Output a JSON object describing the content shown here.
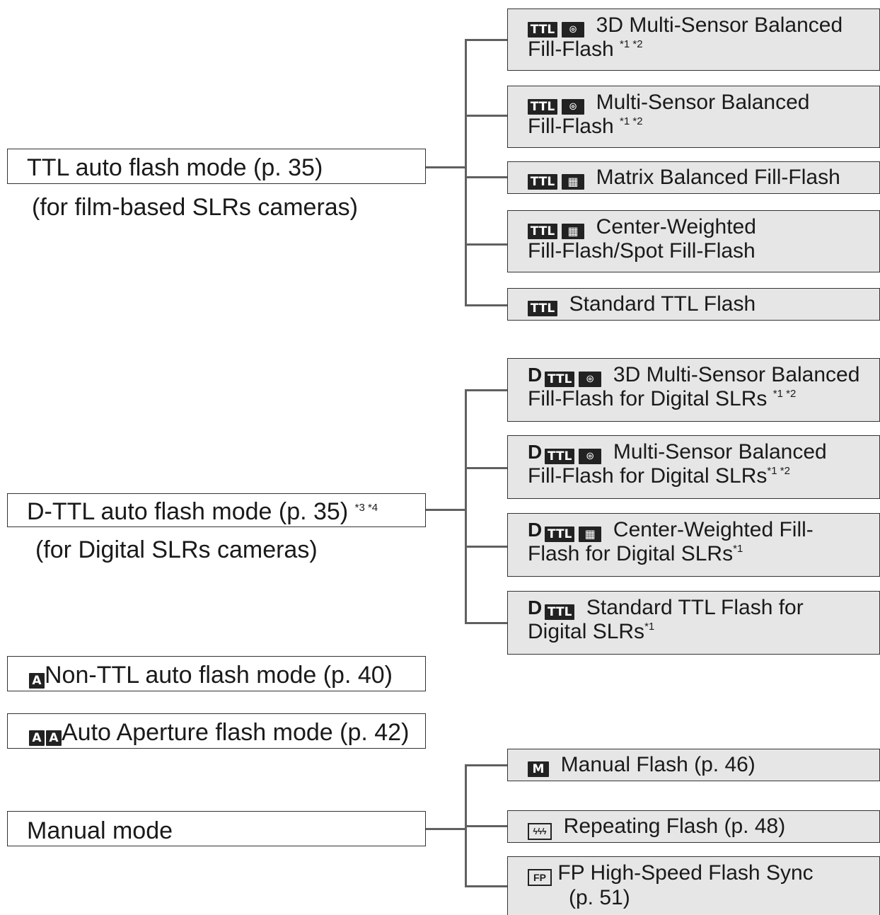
{
  "left": {
    "ttl": {
      "label": "TTL auto flash mode (p. 35)",
      "caption": "(for film-based SLRs cameras)"
    },
    "dttl": {
      "label": "D-TTL auto flash mode (p. 35)",
      "sup": "*3 *4",
      "caption": "(for Digital SLRs cameras)"
    },
    "nonttl": {
      "icon": "A",
      "label": "Non-TTL auto flash mode (p. 40)"
    },
    "autoap": {
      "icon1": "A",
      "icon2": "A",
      "label": "Auto Aperture flash mode (p. 42)"
    },
    "manual": {
      "label": "Manual mode"
    }
  },
  "ttl_modes": [
    {
      "icon": "TTL",
      "glyph": "⌾",
      "line1": "3D Multi-Sensor Balanced",
      "line2": "Fill-Flash",
      "sup": "*1 *2"
    },
    {
      "icon": "TTL",
      "glyph": "⌾",
      "line1": "Multi-Sensor Balanced",
      "line2": "Fill-Flash",
      "sup": "*1 *2"
    },
    {
      "icon": "TTL",
      "glyph": "▦",
      "line1": "Matrix Balanced Fill-Flash"
    },
    {
      "icon": "TTL",
      "glyph": "▦",
      "line1": "Center-Weighted",
      "line2": "Fill-Flash/Spot Fill-Flash"
    },
    {
      "icon": "TTL",
      "line1": "Standard TTL Flash"
    }
  ],
  "dttl_modes": [
    {
      "prefix": "D",
      "icon": "TTL",
      "glyph": "⌾",
      "line1": "3D Multi-Sensor Balanced",
      "line2": "Fill-Flash for Digital SLRs",
      "sup": "*1 *2"
    },
    {
      "prefix": "D",
      "icon": "TTL",
      "glyph": "⌾",
      "line1": "Multi-Sensor Balanced",
      "line2": "Fill-Flash for Digital SLRs",
      "sup": "*1 *2"
    },
    {
      "prefix": "D",
      "icon": "TTL",
      "glyph": "▦",
      "line1": "Center-Weighted Fill-",
      "line2": "Flash for Digital SLRs",
      "sup": "*1"
    },
    {
      "prefix": "D",
      "icon": "TTL",
      "line1": "Standard TTL Flash for",
      "line2": "Digital SLRs",
      "sup": "*1"
    }
  ],
  "manual_modes": [
    {
      "icon": "M",
      "line1": "Manual Flash (p. 46)"
    },
    {
      "icon": "ϟϟϟ",
      "line1": "Repeating Flash (p. 48)"
    },
    {
      "icon": "FP",
      "line1": "FP High-Speed Flash Sync",
      "line2": "(p. 51)"
    }
  ]
}
